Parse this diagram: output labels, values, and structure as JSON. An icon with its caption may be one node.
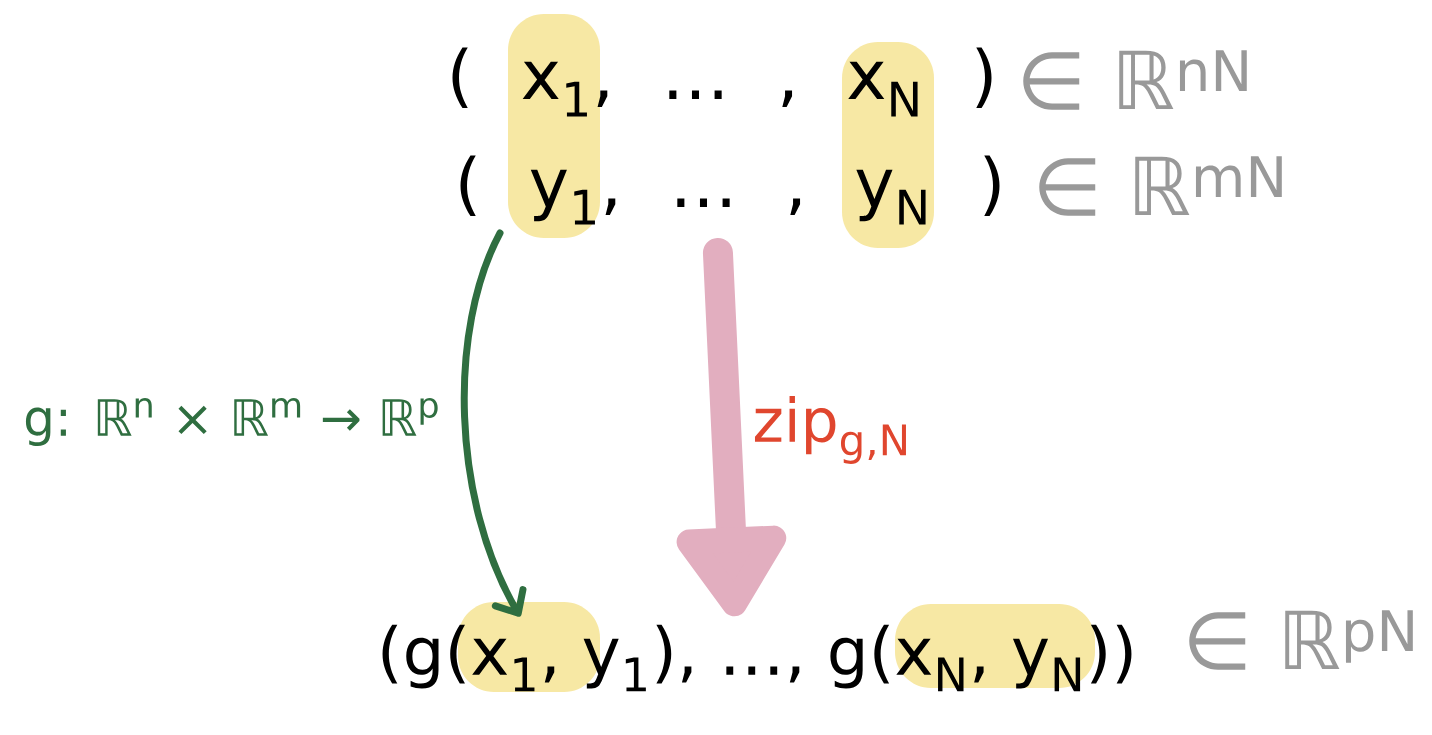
{
  "diagram": {
    "nodes": [
      {
        "text": [
          "( x$_{1}$, … , x$_{N}$ )"
        ],
        "beside": [
          "∈ ℝ$^{nN}$"
        ]
      },
      {
        "text": [
          "( y$_{1}$, … , y$_{N}$ )"
        ],
        "beside": [
          "∈ ℝ$^{mN}$"
        ]
      },
      {
        "text": [
          "(g(x$_{1}$, y$_{1}$), …, g(x$_{N}$, y$_{N}$))"
        ],
        "beside": [
          "∈ ℝ$^{pN}$"
        ]
      }
    ],
    "edges": [
      {
        "from": 1,
        "to": 2,
        "arrow": "to",
        "label": "g: ℝ$^{n}$ × ℝ$^{m}$ → ℝ$^{p}$",
        "color": "#2f6e40"
      },
      {
        "from": 1,
        "to": 2,
        "arrow": "to",
        "label": "zip$_{g,N}$",
        "style": "thick",
        "color": "#e2aebf"
      }
    ]
  }
}
